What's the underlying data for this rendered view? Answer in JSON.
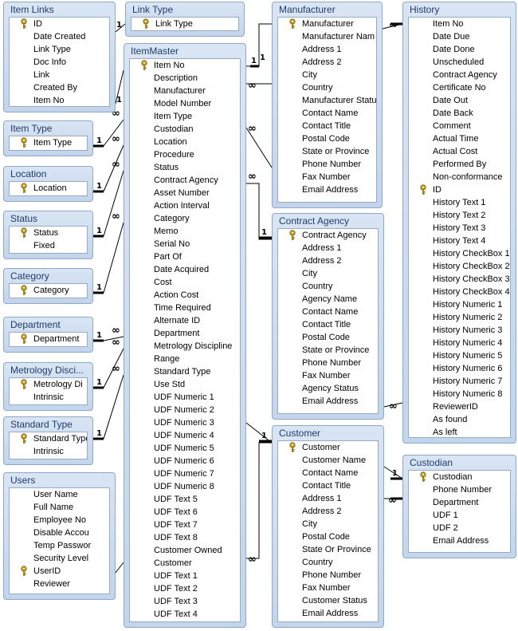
{
  "tables": [
    {
      "id": "item-links",
      "name": "Item Links",
      "fields": [
        {
          "name": "ID",
          "key": true
        },
        {
          "name": "Date Created"
        },
        {
          "name": "Link Type"
        },
        {
          "name": "Doc Info"
        },
        {
          "name": "Link"
        },
        {
          "name": "Created By"
        },
        {
          "name": "Item No"
        }
      ]
    },
    {
      "id": "link-type",
      "name": "Link Type",
      "fields": [
        {
          "name": "Link Type",
          "key": true
        }
      ]
    },
    {
      "id": "item-type",
      "name": "Item Type",
      "fields": [
        {
          "name": "Item Type",
          "key": true
        }
      ]
    },
    {
      "id": "location",
      "name": "Location",
      "fields": [
        {
          "name": "Location",
          "key": true
        }
      ]
    },
    {
      "id": "status",
      "name": "Status",
      "fields": [
        {
          "name": "Status",
          "key": true
        },
        {
          "name": "Fixed"
        }
      ]
    },
    {
      "id": "category",
      "name": "Category",
      "fields": [
        {
          "name": "Category",
          "key": true
        }
      ]
    },
    {
      "id": "department",
      "name": "Department",
      "fields": [
        {
          "name": "Department",
          "key": true
        }
      ]
    },
    {
      "id": "metrology-discipline",
      "name": "Metrology Disci...",
      "fields": [
        {
          "name": "Metrology Di",
          "key": true
        },
        {
          "name": "Intrinsic"
        }
      ]
    },
    {
      "id": "standard-type",
      "name": "Standard Type",
      "fields": [
        {
          "name": "Standard Type",
          "key": true
        },
        {
          "name": "Intrinsic"
        }
      ]
    },
    {
      "id": "users",
      "name": "Users",
      "fields": [
        {
          "name": "User Name"
        },
        {
          "name": "Full Name"
        },
        {
          "name": "Employee No"
        },
        {
          "name": "Disable Accou"
        },
        {
          "name": "Temp Passwor"
        },
        {
          "name": "Security Level"
        },
        {
          "name": "UserID",
          "key": true
        },
        {
          "name": "Reviewer"
        }
      ]
    },
    {
      "id": "item-master",
      "name": "ItemMaster",
      "fields": [
        {
          "name": "Item No",
          "key": true
        },
        {
          "name": "Description"
        },
        {
          "name": "Manufacturer"
        },
        {
          "name": "Model Number"
        },
        {
          "name": "Item Type"
        },
        {
          "name": "Custodian"
        },
        {
          "name": "Location"
        },
        {
          "name": "Procedure"
        },
        {
          "name": "Status"
        },
        {
          "name": "Contract Agency"
        },
        {
          "name": "Asset Number"
        },
        {
          "name": "Action Interval"
        },
        {
          "name": "Category"
        },
        {
          "name": "Memo"
        },
        {
          "name": "Serial No"
        },
        {
          "name": "Part Of"
        },
        {
          "name": "Date Acquired"
        },
        {
          "name": "Cost"
        },
        {
          "name": "Action Cost"
        },
        {
          "name": "Time Required"
        },
        {
          "name": "Alternate ID"
        },
        {
          "name": "Department"
        },
        {
          "name": "Metrology Discipline"
        },
        {
          "name": "Range"
        },
        {
          "name": "Standard Type"
        },
        {
          "name": "Use Std"
        },
        {
          "name": "UDF Numeric 1"
        },
        {
          "name": "UDF Numeric 2"
        },
        {
          "name": "UDF Numeric 3"
        },
        {
          "name": "UDF Numeric 4"
        },
        {
          "name": "UDF Numeric 5"
        },
        {
          "name": "UDF Numeric 6"
        },
        {
          "name": "UDF Numeric 7"
        },
        {
          "name": "UDF Numeric 8"
        },
        {
          "name": "UDF Text 5"
        },
        {
          "name": "UDF Text 6"
        },
        {
          "name": "UDF Text 7"
        },
        {
          "name": "UDF Text 8"
        },
        {
          "name": "Customer Owned"
        },
        {
          "name": "Customer"
        },
        {
          "name": "UDF Text 1"
        },
        {
          "name": "UDF Text 2"
        },
        {
          "name": "UDF Text 3"
        },
        {
          "name": "UDF Text 4"
        }
      ]
    },
    {
      "id": "manufacturer",
      "name": "Manufacturer",
      "fields": [
        {
          "name": "Manufacturer",
          "key": true
        },
        {
          "name": "Manufacturer Nam"
        },
        {
          "name": "Address 1"
        },
        {
          "name": "Address 2"
        },
        {
          "name": "City"
        },
        {
          "name": "Country"
        },
        {
          "name": "Manufacturer Statu"
        },
        {
          "name": "Contact Name"
        },
        {
          "name": "Contact Title"
        },
        {
          "name": "Postal Code"
        },
        {
          "name": "State or Province"
        },
        {
          "name": "Phone Number"
        },
        {
          "name": "Fax Number"
        },
        {
          "name": "Email Address"
        }
      ]
    },
    {
      "id": "contract-agency",
      "name": "Contract Agency",
      "fields": [
        {
          "name": "Contract Agency",
          "key": true
        },
        {
          "name": "Address 1"
        },
        {
          "name": "Address 2"
        },
        {
          "name": "City"
        },
        {
          "name": "Country"
        },
        {
          "name": "Agency Name"
        },
        {
          "name": "Contact Name"
        },
        {
          "name": "Contact Title"
        },
        {
          "name": "Postal Code"
        },
        {
          "name": "State or Province"
        },
        {
          "name": "Phone Number"
        },
        {
          "name": "Fax Number"
        },
        {
          "name": "Agency Status"
        },
        {
          "name": "Email Address"
        }
      ]
    },
    {
      "id": "customer",
      "name": "Customer",
      "fields": [
        {
          "name": "Customer",
          "key": true
        },
        {
          "name": "Customer Name"
        },
        {
          "name": "Contact Name"
        },
        {
          "name": "Contact Title"
        },
        {
          "name": "Address 1"
        },
        {
          "name": "Address 2"
        },
        {
          "name": "City"
        },
        {
          "name": "Postal Code"
        },
        {
          "name": "State Or Province"
        },
        {
          "name": "Country"
        },
        {
          "name": "Phone Number"
        },
        {
          "name": "Fax Number"
        },
        {
          "name": "Customer Status"
        },
        {
          "name": "Email Address"
        }
      ]
    },
    {
      "id": "history",
      "name": "History",
      "fields": [
        {
          "name": "Item No"
        },
        {
          "name": "Date Due"
        },
        {
          "name": "Date Done"
        },
        {
          "name": "Unscheduled"
        },
        {
          "name": "Contract Agency"
        },
        {
          "name": "Certificate No"
        },
        {
          "name": "Date Out"
        },
        {
          "name": "Date Back"
        },
        {
          "name": "Comment"
        },
        {
          "name": "Actual Time"
        },
        {
          "name": "Actual Cost"
        },
        {
          "name": "Performed By"
        },
        {
          "name": "Non-conformance"
        },
        {
          "name": "ID",
          "key": true
        },
        {
          "name": "History Text 1"
        },
        {
          "name": "History Text 2"
        },
        {
          "name": "History Text 3"
        },
        {
          "name": "History Text 4"
        },
        {
          "name": "History CheckBox 1"
        },
        {
          "name": "History CheckBox 2"
        },
        {
          "name": "History CheckBox 3"
        },
        {
          "name": "History CheckBox 4"
        },
        {
          "name": "History Numeric 1"
        },
        {
          "name": "History Numeric 2"
        },
        {
          "name": "History Numeric 3"
        },
        {
          "name": "History Numeric 4"
        },
        {
          "name": "History Numeric 5"
        },
        {
          "name": "History Numeric 6"
        },
        {
          "name": "History Numeric 7"
        },
        {
          "name": "History Numeric 8"
        },
        {
          "name": "ReviewerID"
        },
        {
          "name": "As found"
        },
        {
          "name": "As left"
        }
      ]
    },
    {
      "id": "custodian",
      "name": "Custodian",
      "fields": [
        {
          "name": "Custodian",
          "key": true
        },
        {
          "name": "Phone Number"
        },
        {
          "name": "Department"
        },
        {
          "name": "UDF 1"
        },
        {
          "name": "UDF 2"
        },
        {
          "name": "Email Address"
        }
      ]
    }
  ],
  "relationship_labels": {
    "one": "1",
    "many": "∞"
  },
  "colors": {
    "header": "#c3d5ec",
    "border": "#8fa8c8",
    "title": "#1f3d6b",
    "line": "#000000",
    "key": "#c9a227"
  }
}
